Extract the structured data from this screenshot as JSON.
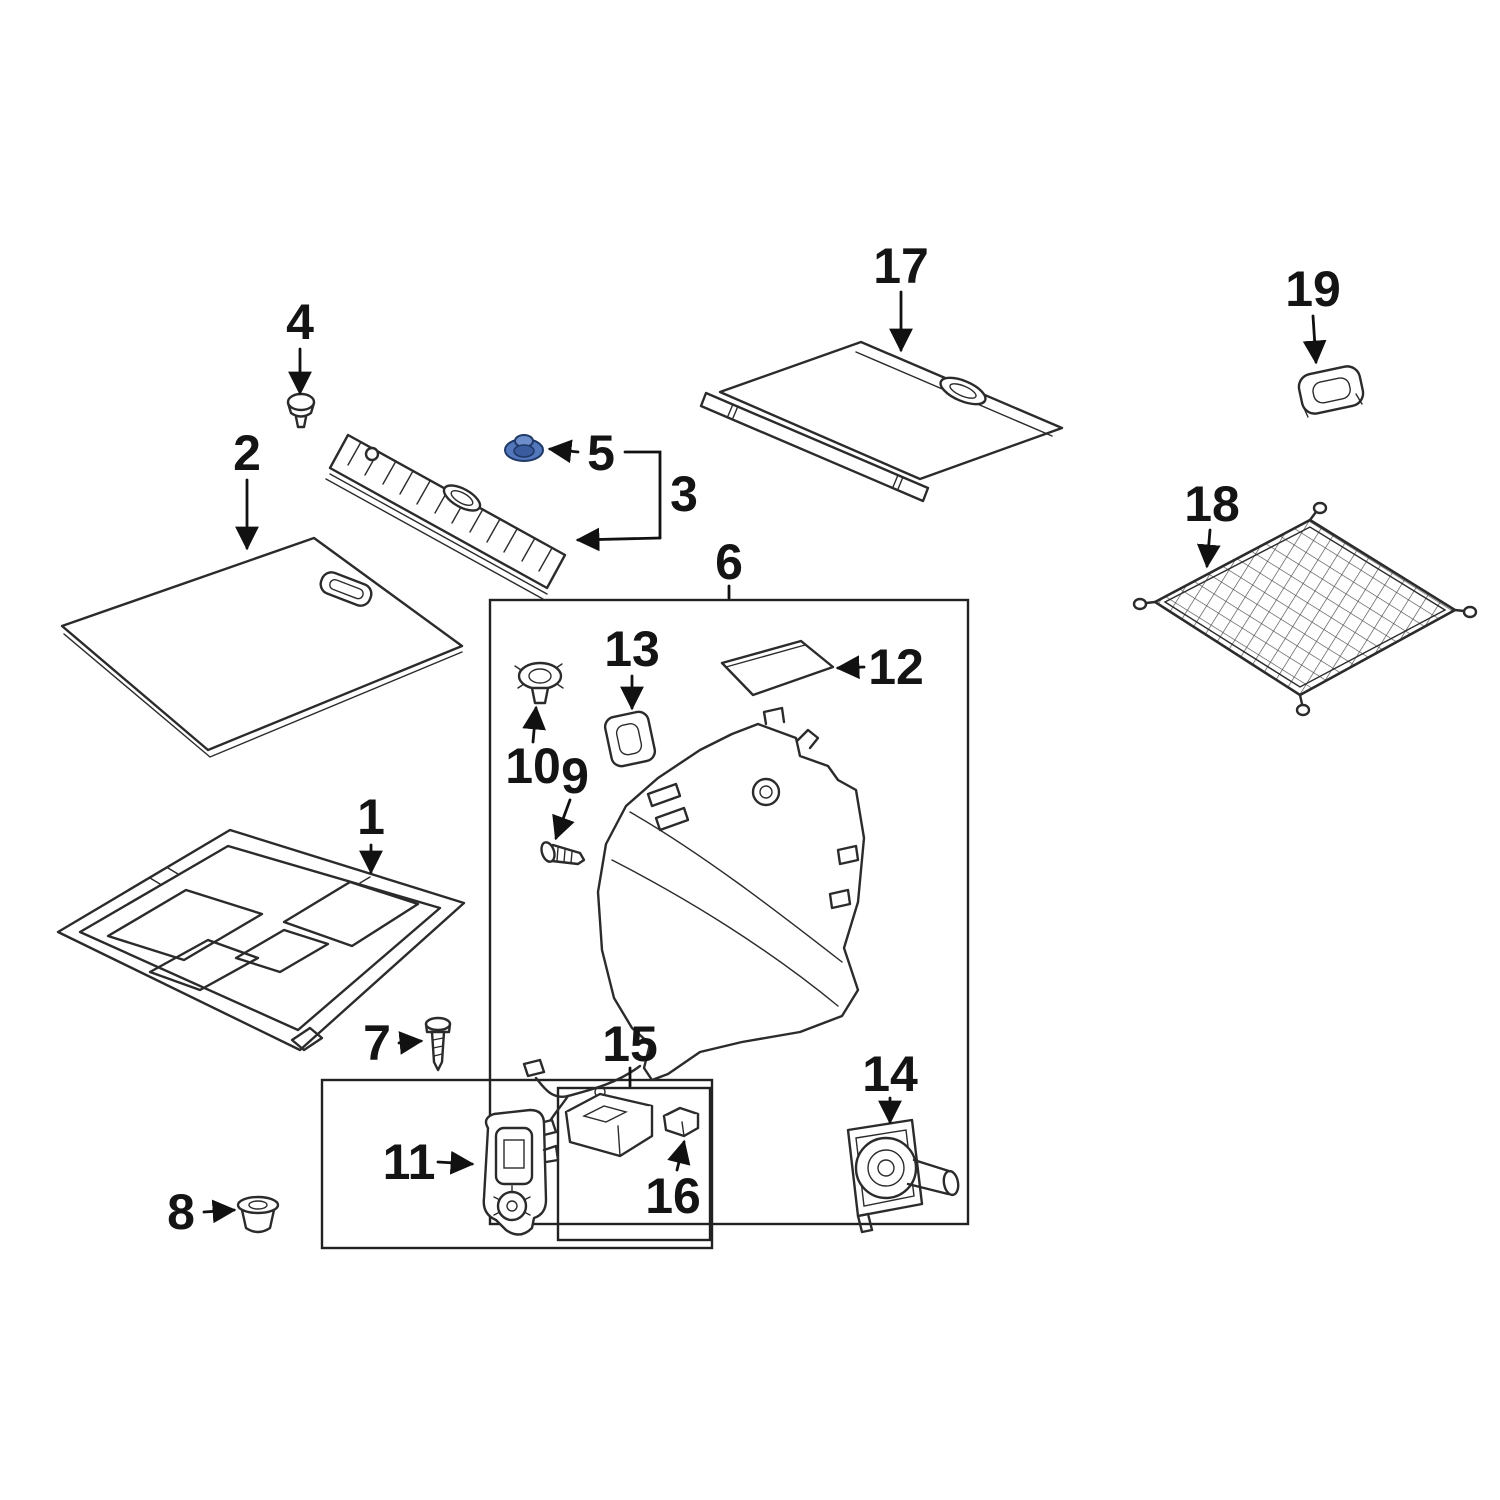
{
  "diagram": {
    "kind": "exploded-parts-diagram",
    "background": "#ffffff",
    "line_color": "#2b2b2b",
    "highlight_color": "#4a6fb5",
    "callouts": [
      {
        "num": "1",
        "part": "storage-tray"
      },
      {
        "num": "2",
        "part": "cargo-floor-panel"
      },
      {
        "num": "3",
        "part": "scuff-plate"
      },
      {
        "num": "4",
        "part": "pin-fastener"
      },
      {
        "num": "5",
        "part": "highlighted-clip"
      },
      {
        "num": "6",
        "part": "quarter-trim-group"
      },
      {
        "num": "7",
        "part": "screw"
      },
      {
        "num": "8",
        "part": "grommet"
      },
      {
        "num": "9",
        "part": "screw-small"
      },
      {
        "num": "10",
        "part": "retainer-grommet"
      },
      {
        "num": "11",
        "part": "latch-bracket"
      },
      {
        "num": "12",
        "part": "access-cover"
      },
      {
        "num": "13",
        "part": "pull-handle"
      },
      {
        "num": "14",
        "part": "socket-plug"
      },
      {
        "num": "15",
        "part": "bracket-tray"
      },
      {
        "num": "16",
        "part": "small-clip"
      },
      {
        "num": "17",
        "part": "cargo-cover"
      },
      {
        "num": "18",
        "part": "cargo-net"
      },
      {
        "num": "19",
        "part": "net-hook"
      }
    ]
  }
}
